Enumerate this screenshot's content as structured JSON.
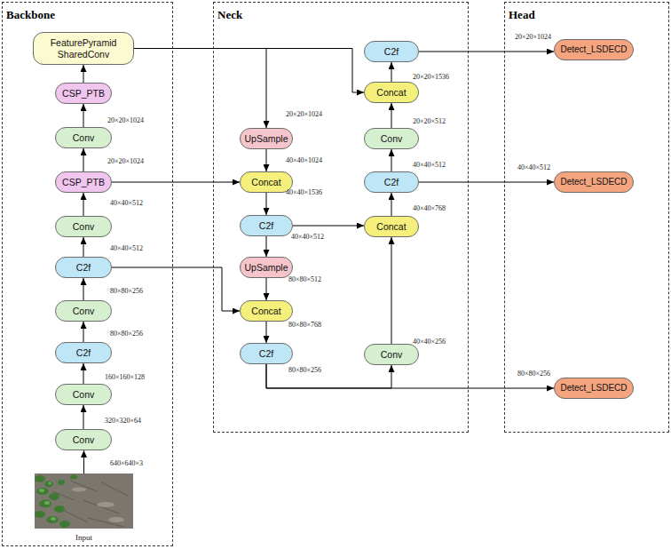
{
  "diagram": {
    "nodes": [
      {
        "text": [
          "Backbone"
        ]
      },
      {
        "text": [
          "FeaturePyramid SharedConv"
        ],
        "in": 0
      },
      {
        "text": [
          "CSP_PTB"
        ],
        "in": 0
      },
      {
        "text": [
          "Conv"
        ],
        "in": 0
      },
      {
        "text": [
          "CSP_PTB"
        ],
        "in": 0
      },
      {
        "text": [
          "Conv"
        ],
        "in": 0
      },
      {
        "text": [
          "C2f"
        ],
        "in": 0
      },
      {
        "text": [
          "Conv"
        ],
        "in": 0
      },
      {
        "text": [
          "C2f"
        ],
        "in": 0
      },
      {
        "text": [
          "Conv"
        ],
        "in": 0
      },
      {
        "text": [
          "Conv"
        ],
        "in": 0
      },
      {
        "text": [
          "Input"
        ],
        "in": 0
      },
      {
        "text": [
          "Neck"
        ]
      },
      {
        "text": [
          "C2f"
        ],
        "in": 12
      },
      {
        "text": [
          "Concat"
        ],
        "in": 12
      },
      {
        "text": [
          "UpSample"
        ],
        "in": 12
      },
      {
        "text": [
          "Conv"
        ],
        "in": 12
      },
      {
        "text": [
          "Concat"
        ],
        "in": 12
      },
      {
        "text": [
          "C2f"
        ],
        "in": 12
      },
      {
        "text": [
          "C2f"
        ],
        "in": 12
      },
      {
        "text": [
          "Concat"
        ],
        "in": 12
      },
      {
        "text": [
          "UpSample"
        ],
        "in": 12
      },
      {
        "text": [
          "Concat"
        ],
        "in": 12
      },
      {
        "text": [
          "C2f"
        ],
        "in": 12
      },
      {
        "text": [
          "Conv"
        ],
        "in": 12
      },
      {
        "text": [
          "Head"
        ]
      },
      {
        "text": [
          "Detect_LSDECD"
        ],
        "in": 25
      },
      {
        "text": [
          "Detect_LSDECD"
        ],
        "in": 25
      },
      {
        "text": [
          "Detect_LSDECD"
        ],
        "in": 25
      }
    ],
    "edges": [
      {
        "from": 11,
        "to": 10,
        "arrow": "to"
      },
      {
        "from": 10,
        "to": 9,
        "arrow": "to"
      },
      {
        "from": 9,
        "to": 8,
        "arrow": "to"
      },
      {
        "from": 8,
        "to": 7,
        "arrow": "to"
      },
      {
        "from": 7,
        "to": 6,
        "arrow": "to"
      },
      {
        "from": 6,
        "to": 5,
        "arrow": "to"
      },
      {
        "from": 5,
        "to": 4,
        "arrow": "to"
      },
      {
        "from": 4,
        "to": 3,
        "arrow": "to"
      },
      {
        "from": 3,
        "to": 2,
        "arrow": "to"
      },
      {
        "from": 2,
        "to": 1,
        "arrow": "to"
      },
      {
        "from": 1,
        "to": 15,
        "arrow": "to"
      },
      {
        "from": 1,
        "to": 14,
        "arrow": "to"
      },
      {
        "from": 4,
        "to": 17,
        "arrow": "to"
      },
      {
        "from": 6,
        "to": 22,
        "arrow": "to"
      },
      {
        "from": 15,
        "to": 17,
        "arrow": "to"
      },
      {
        "from": 17,
        "to": 19,
        "arrow": "to"
      },
      {
        "from": 19,
        "to": 21,
        "arrow": "to"
      },
      {
        "from": 21,
        "to": 22,
        "arrow": "to"
      },
      {
        "from": 22,
        "to": 23,
        "arrow": "to"
      },
      {
        "from": 19,
        "to": 20,
        "arrow": "to"
      },
      {
        "from": 23,
        "to": 28,
        "arrow": "to"
      },
      {
        "from": 23,
        "to": 24,
        "arrow": "to"
      },
      {
        "from": 24,
        "to": 20,
        "arrow": "to"
      },
      {
        "from": 20,
        "to": 18,
        "arrow": "to"
      },
      {
        "from": 18,
        "to": 16,
        "arrow": "to"
      },
      {
        "from": 18,
        "to": 27,
        "arrow": "to"
      },
      {
        "from": 16,
        "to": 14,
        "arrow": "to"
      },
      {
        "from": 14,
        "to": 13,
        "arrow": "to"
      },
      {
        "from": 13,
        "to": 26,
        "arrow": "to"
      }
    ],
    "labels": [
      "20×20×1024",
      "20×20×1024",
      "40×40×512",
      "40×40×512",
      "80×80×256",
      "80×80×256",
      "160×160×128",
      "320×320×64",
      "640×640×3",
      "20×20×1024",
      "40×40×1024",
      "40×40×1536",
      "40×40×512",
      "80×80×512",
      "80×80×768",
      "80×80×256",
      "20×20×1536",
      "20×20×512",
      "40×40×512",
      "40×40×768",
      "40×40×256",
      "20×20×1024",
      "40×40×512",
      "80×80×256"
    ]
  }
}
